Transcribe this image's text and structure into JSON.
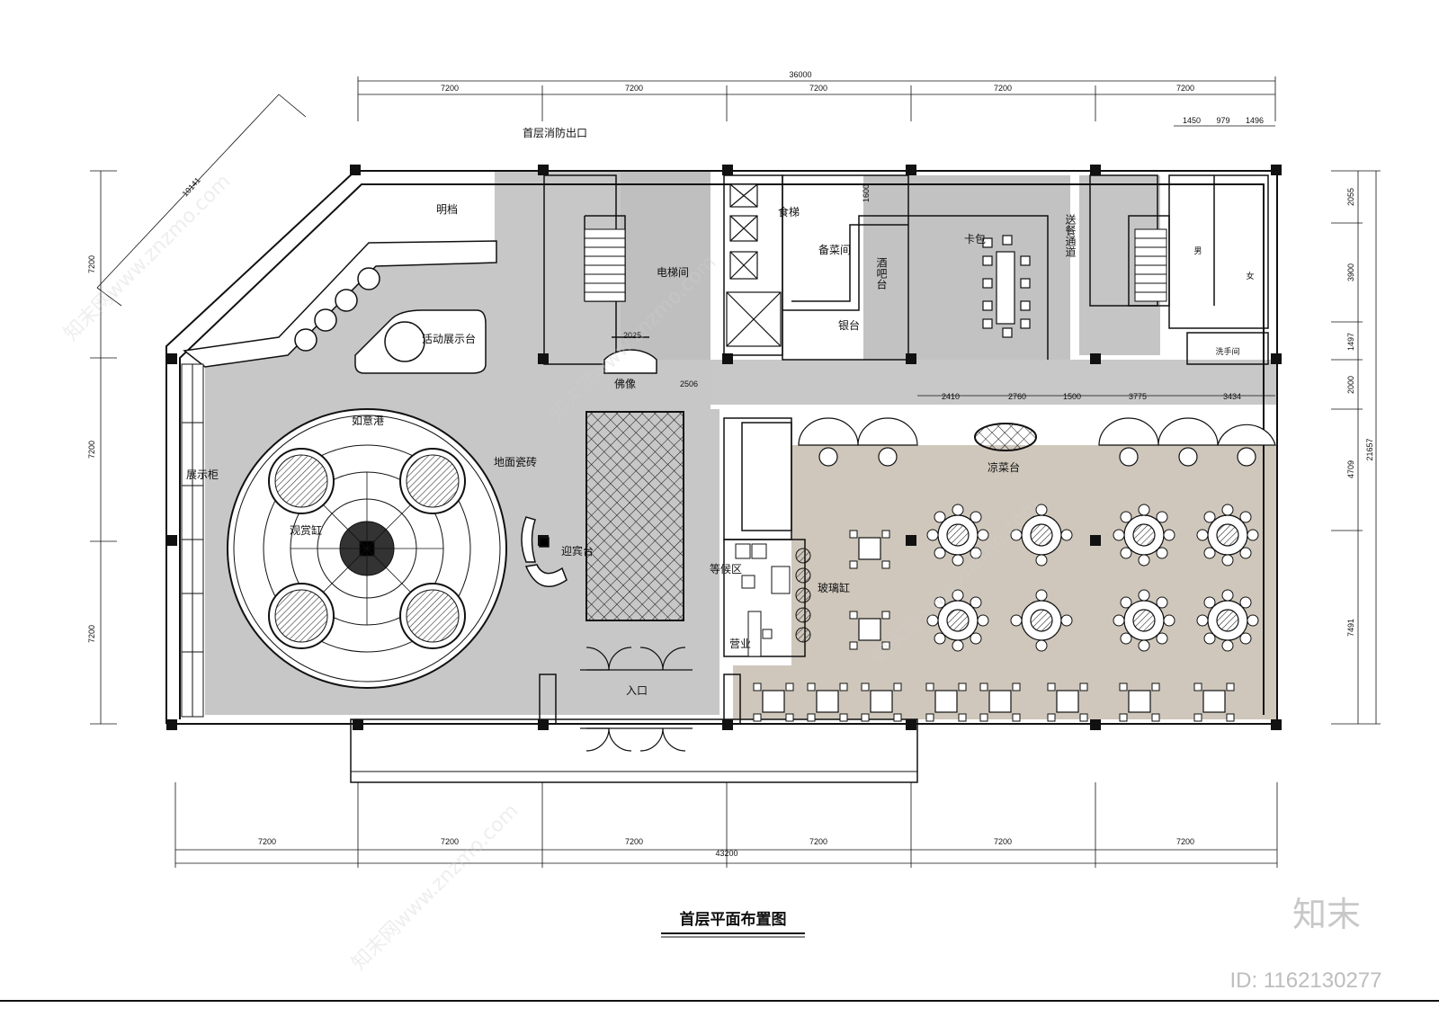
{
  "title": "首层平面布置图",
  "brand": "知末",
  "id_label": "ID: 1162130277",
  "watermark": "知末网www.znzmo.com",
  "rooms": {
    "fire_exit": "首层消防出口",
    "open_stall": "明档",
    "activity_stage": "活动展示台",
    "elevator_hall": "电梯间",
    "food_lift": "食梯",
    "prep_room": "备菜间",
    "bar": "酒吧台",
    "cashier": "银台",
    "booth": "卡包",
    "delivery_passage": "送餐通道",
    "male": "男",
    "female": "女",
    "washroom": "洗手间",
    "ruyi_harbor": "如意港",
    "display_cabinet": "展示柜",
    "floor_tile": "地面瓷砖",
    "fish_tank": "观赏缸",
    "reception": "迎宾台",
    "statue": "佛像",
    "waiting_area": "等候区",
    "glass_tank": "玻璃缸",
    "business": "营业",
    "cold_dish": "凉菜台",
    "entrance": "入口"
  },
  "dims": {
    "total_top": "36000",
    "top_bays": [
      "7200",
      "7200",
      "7200",
      "7200",
      "7200"
    ],
    "wc_dims": [
      "1450",
      "979",
      "1496"
    ],
    "total_bottom": "43200",
    "bottom_bays": [
      "7200",
      "7200",
      "7200",
      "7200",
      "7200",
      "7200"
    ],
    "left_bays": [
      "7200",
      "7200",
      "7200"
    ],
    "diag": "10141",
    "right_inner": [
      "2055",
      "3900",
      "1497",
      "2000",
      "4709",
      "7491"
    ],
    "right_total": "21657",
    "mid_row": [
      "2410",
      "2760",
      "1500",
      "3775",
      "3434"
    ],
    "small_1600": "1600",
    "small_2025": "2025",
    "small_2506": "2506"
  },
  "colors": {
    "marble": "#c9c9c9",
    "dining_floor": "#cfc7bb",
    "wall": "#ffffff",
    "line": "#111111"
  }
}
